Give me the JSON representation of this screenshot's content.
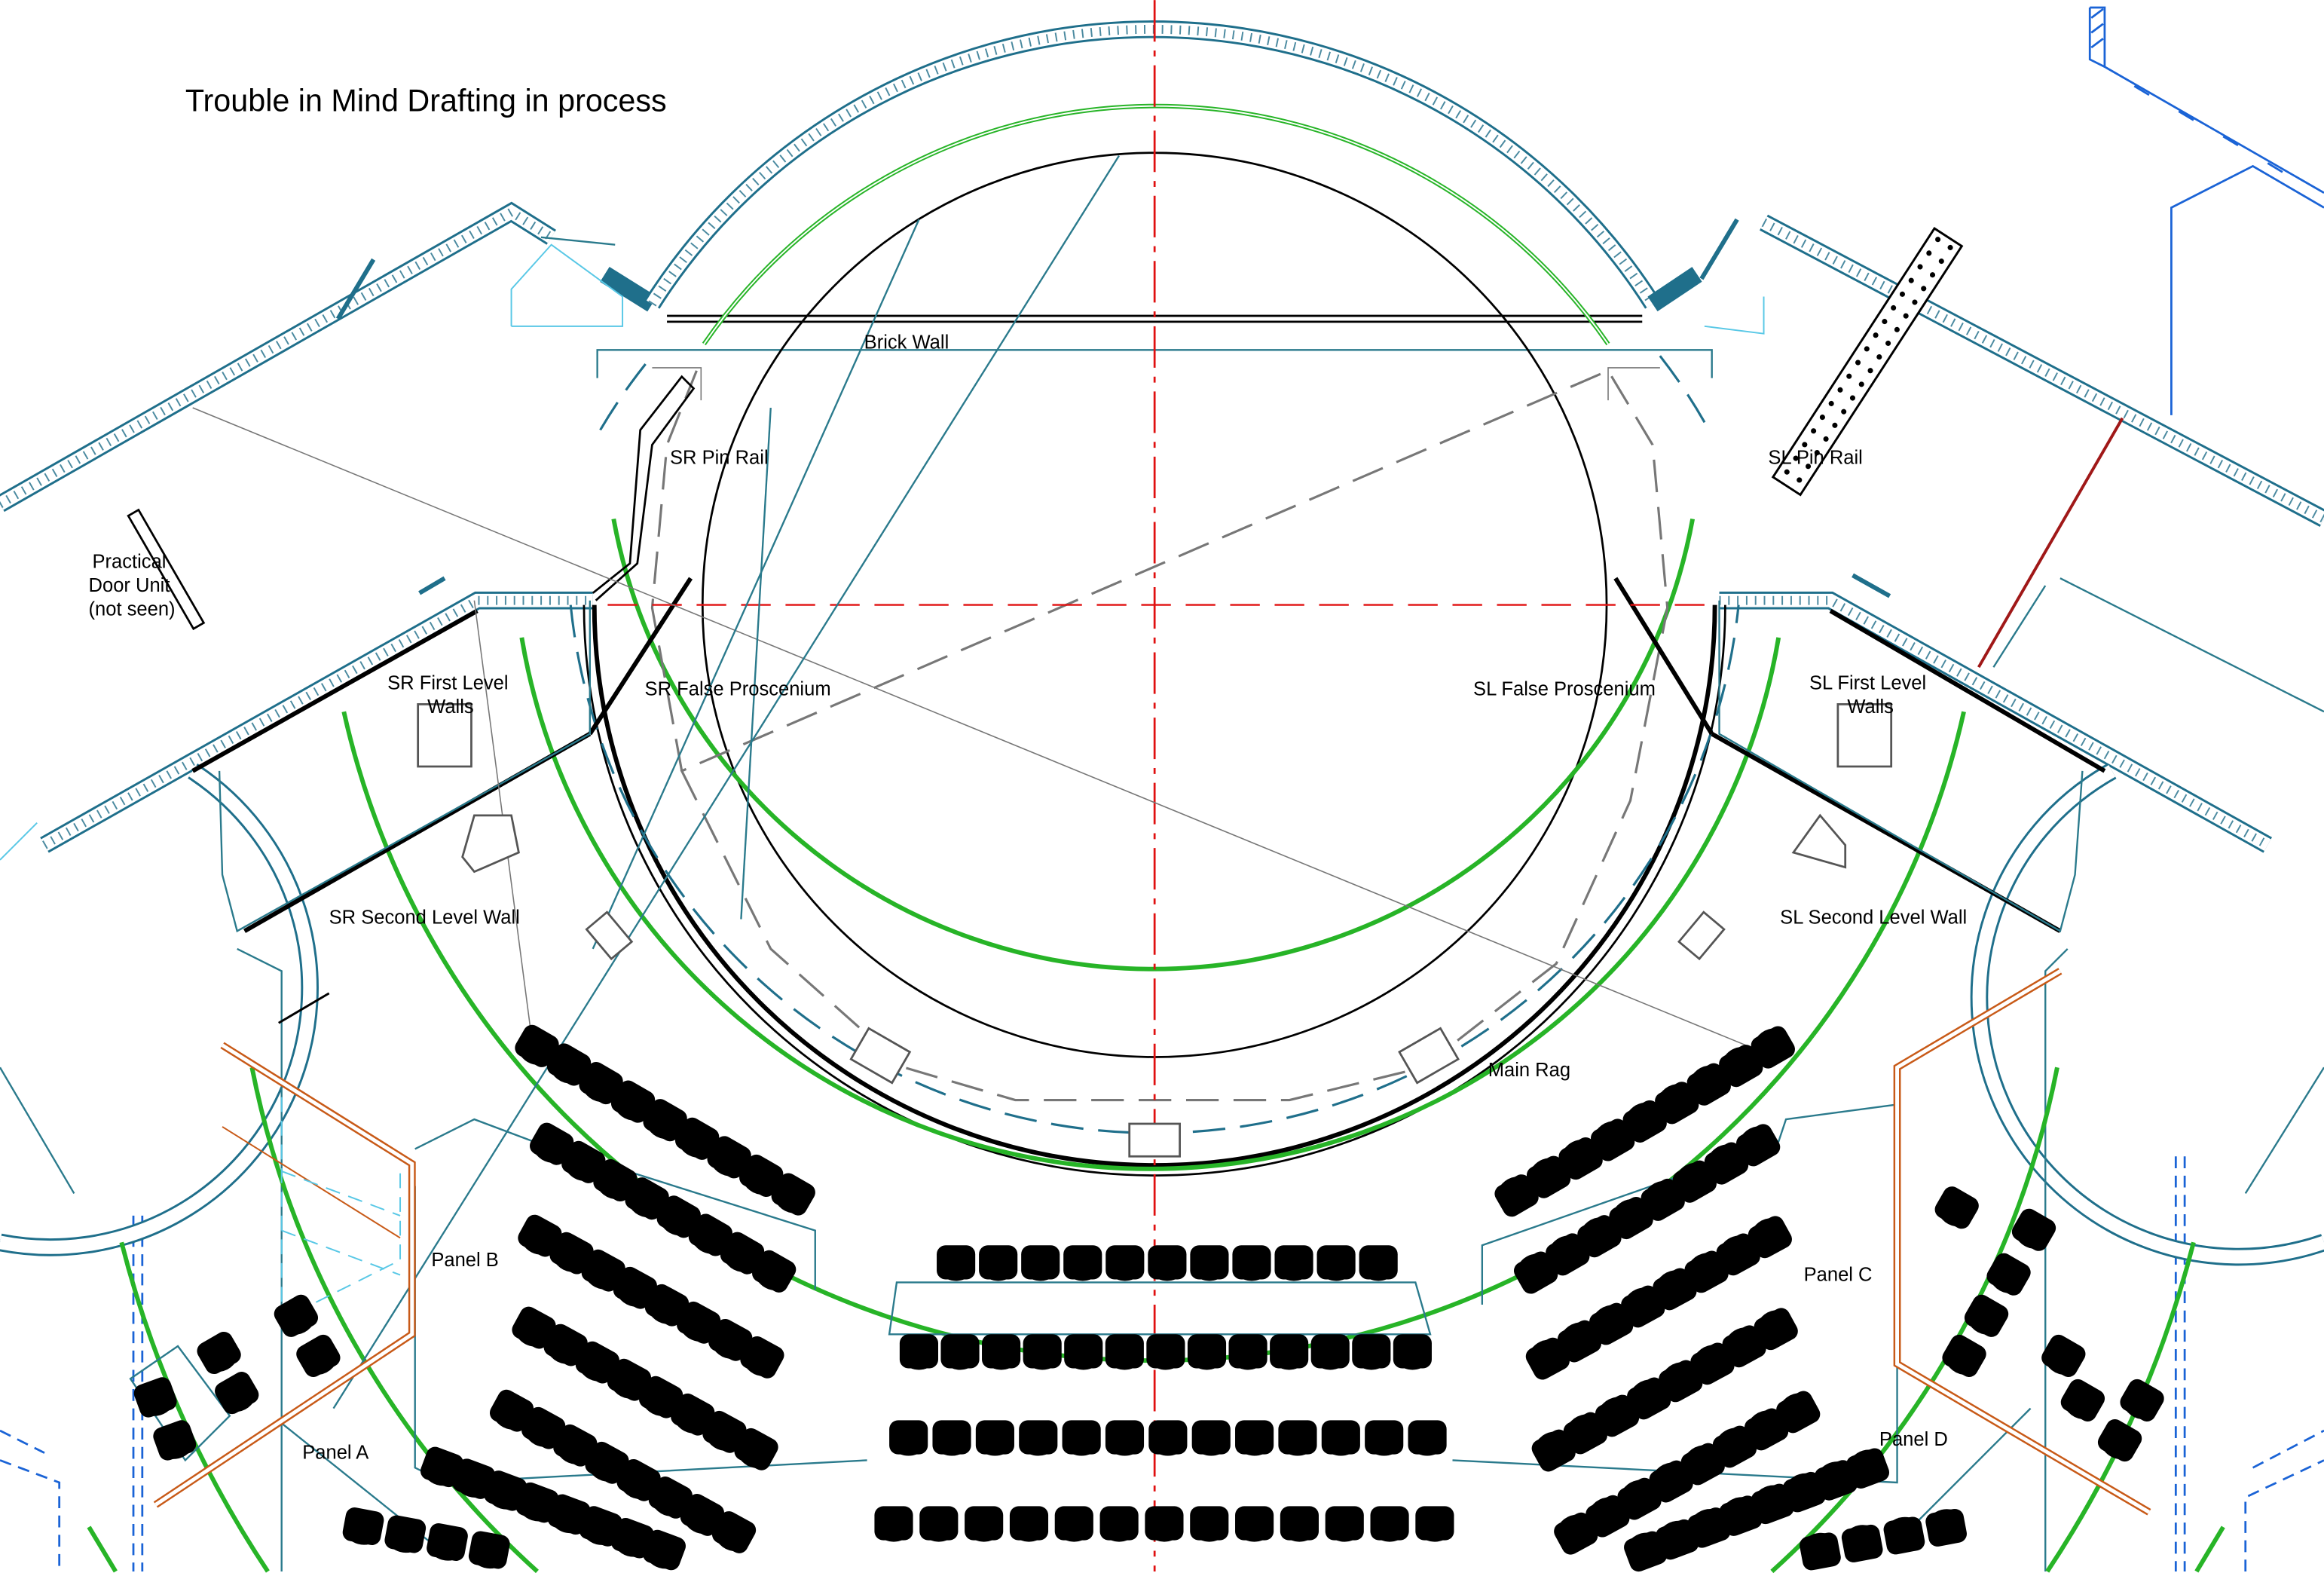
{
  "title": "Trouble in Mind Drafting in process",
  "labels": {
    "brick_wall": "Brick Wall",
    "sr_pin_rail": "SR Pin Rail",
    "sl_pin_rail": "SL Pin Rail",
    "practical_door": [
      "Practical",
      "Door Unit",
      "(not seen)"
    ],
    "sr_first_level": [
      "SR First Level",
      "Walls"
    ],
    "sl_first_level": [
      "SL First Level",
      "Walls"
    ],
    "sr_false_proscenium": "SR False Proscenium",
    "sl_false_proscenium": "SL False Proscenium",
    "sr_second_level": "SR Second Level Wall",
    "sl_second_level": "SL Second Level Wall",
    "main_rag": "Main Rag",
    "panel_a": "Panel A",
    "panel_b": "Panel B",
    "panel_c": "Panel C",
    "panel_d": "Panel D"
  },
  "colors": {
    "wall": "#1f6f8b",
    "seat": "#a81515",
    "centerline": "#e01010",
    "lighting_arc": "#27b427",
    "panel": "#c85a18"
  },
  "seating": {
    "center_rows": [
      11,
      13,
      13,
      13
    ],
    "side_rows": [
      9,
      8,
      8,
      8,
      8,
      8,
      4
    ]
  }
}
